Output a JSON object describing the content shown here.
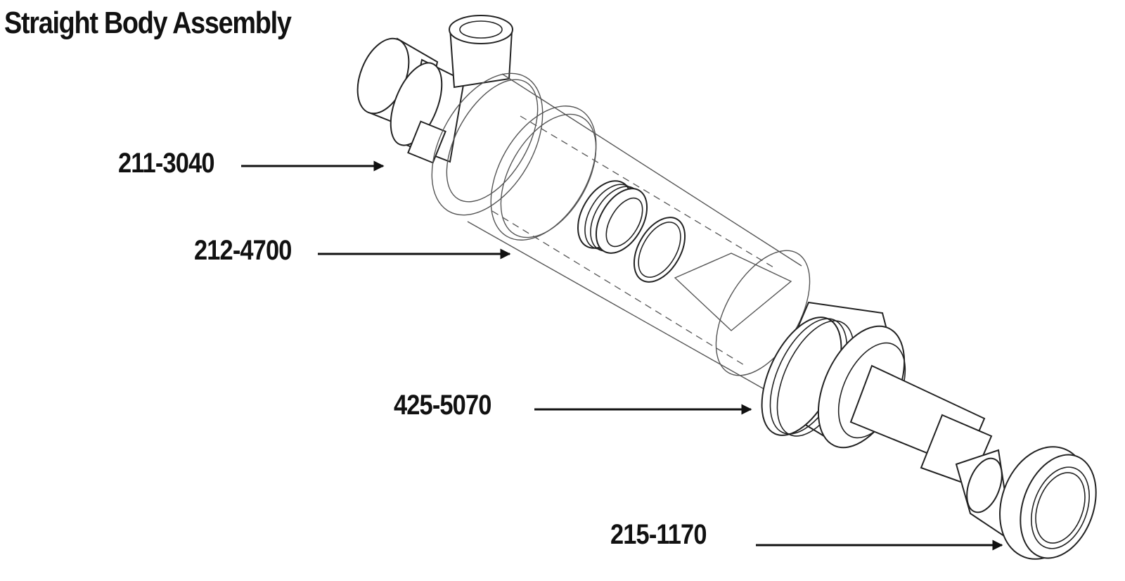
{
  "title": "Straight Body Assembly",
  "parts": [
    {
      "label": "211-3040"
    },
    {
      "label": "212-4700"
    },
    {
      "label": "425-5070"
    },
    {
      "label": "215-1170"
    }
  ]
}
